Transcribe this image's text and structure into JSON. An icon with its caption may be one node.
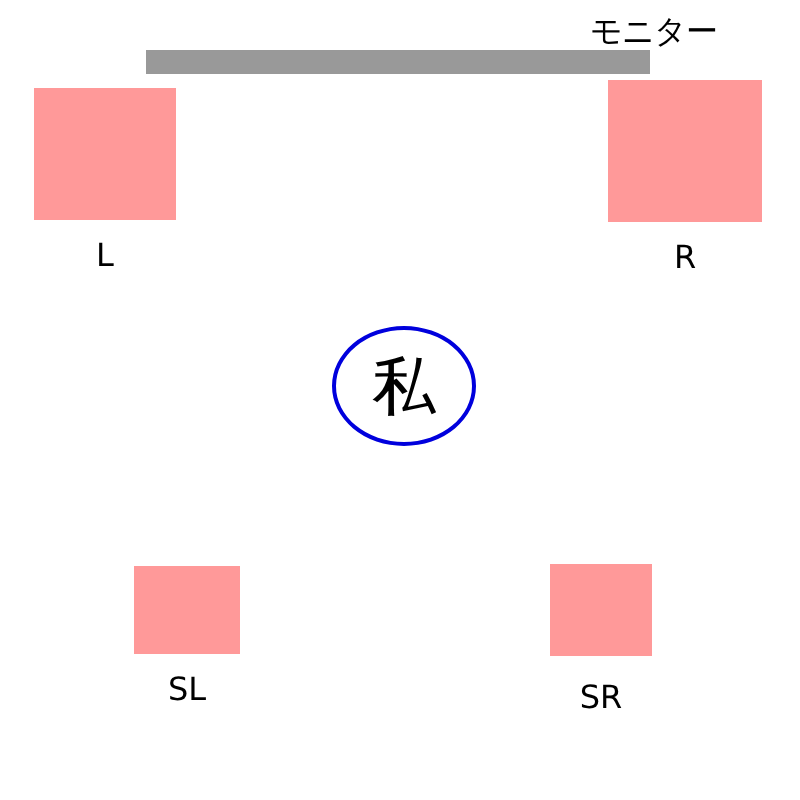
{
  "diagram": {
    "nodes": [
      {
        "text": [
          "モニター"
        ]
      },
      {
        "text": [
          "L"
        ]
      },
      {
        "text": [
          "R"
        ]
      },
      {
        "text": [
          "私"
        ]
      },
      {
        "text": [
          "SL"
        ]
      },
      {
        "text": [
          "SR"
        ]
      }
    ]
  }
}
